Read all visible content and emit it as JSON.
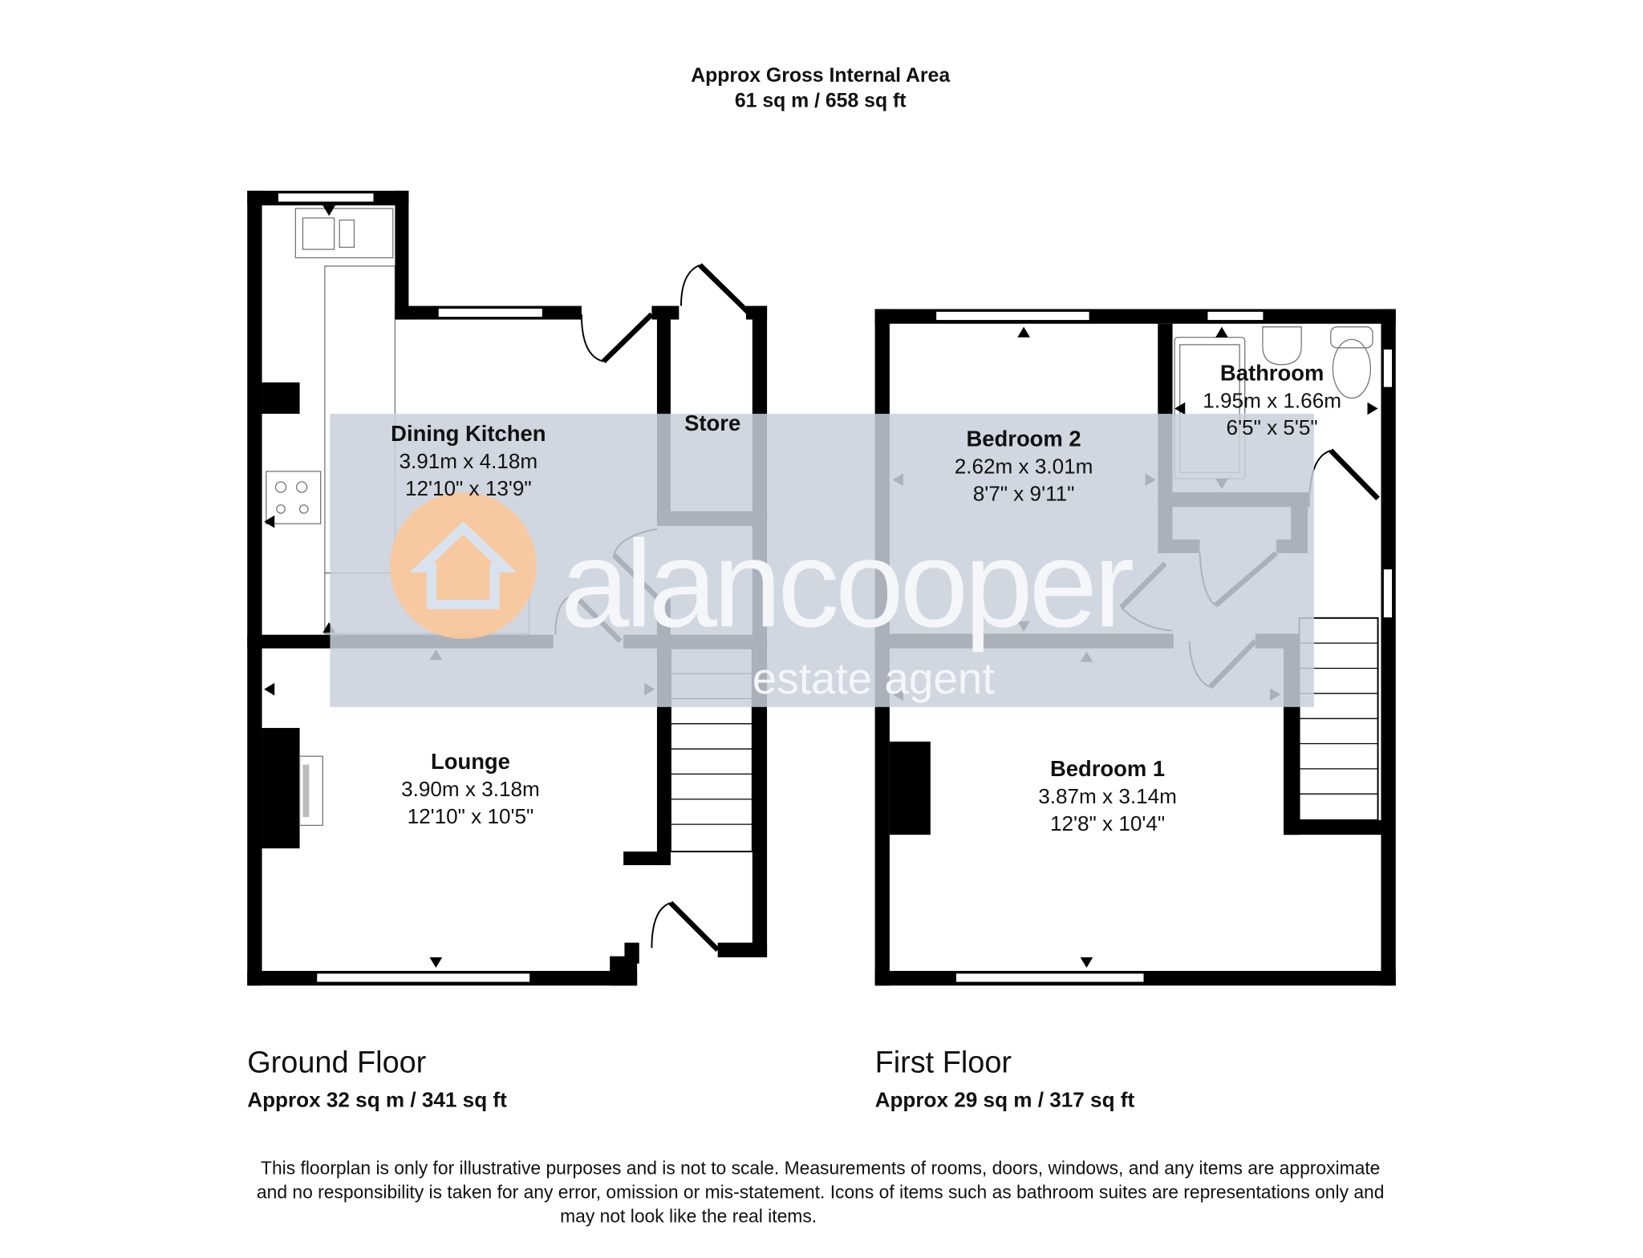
{
  "header": {
    "title": "Approx Gross Internal Area",
    "total_area": "61 sq m / 658 sq ft"
  },
  "ground_floor": {
    "label": "Ground Floor",
    "area": "Approx 32 sq m / 341 sq ft",
    "rooms": [
      {
        "name": "Dining Kitchen",
        "metric": "3.91m x 4.18m",
        "imperial": "12'10\" x 13'9\""
      },
      {
        "name": "Store"
      },
      {
        "name": "Lounge",
        "metric": "3.90m x 3.18m",
        "imperial": "12'10\" x 10'5\""
      }
    ]
  },
  "first_floor": {
    "label": "First Floor",
    "area": "Approx 29 sq m / 317 sq ft",
    "rooms": [
      {
        "name": "Bedroom 2",
        "metric": "2.62m x 3.01m",
        "imperial": "8'7\" x 9'11\""
      },
      {
        "name": "Bathroom",
        "metric": "1.95m x 1.66m",
        "imperial": "6'5\" x 5'5\""
      },
      {
        "name": "Bedroom 1",
        "metric": "3.87m x 3.14m",
        "imperial": "12'8\" x 10'4\""
      }
    ]
  },
  "watermark": {
    "brand": "alancooper",
    "tagline": "estate agent",
    "icon": "house-logo-icon"
  },
  "disclaimer": [
    "This floorplan is only for illustrative purposes and is not to scale. Measurements of rooms, doors, windows, and any items are approximate",
    "and no responsibility is taken for any error, omission or mis-statement. Icons of items such as bathroom suites are representations only and",
    "may not look like the real items."
  ],
  "colors": {
    "wall": "#000000",
    "watermark_band": "#c8d0db",
    "logo_orange": "#fbc89a"
  }
}
